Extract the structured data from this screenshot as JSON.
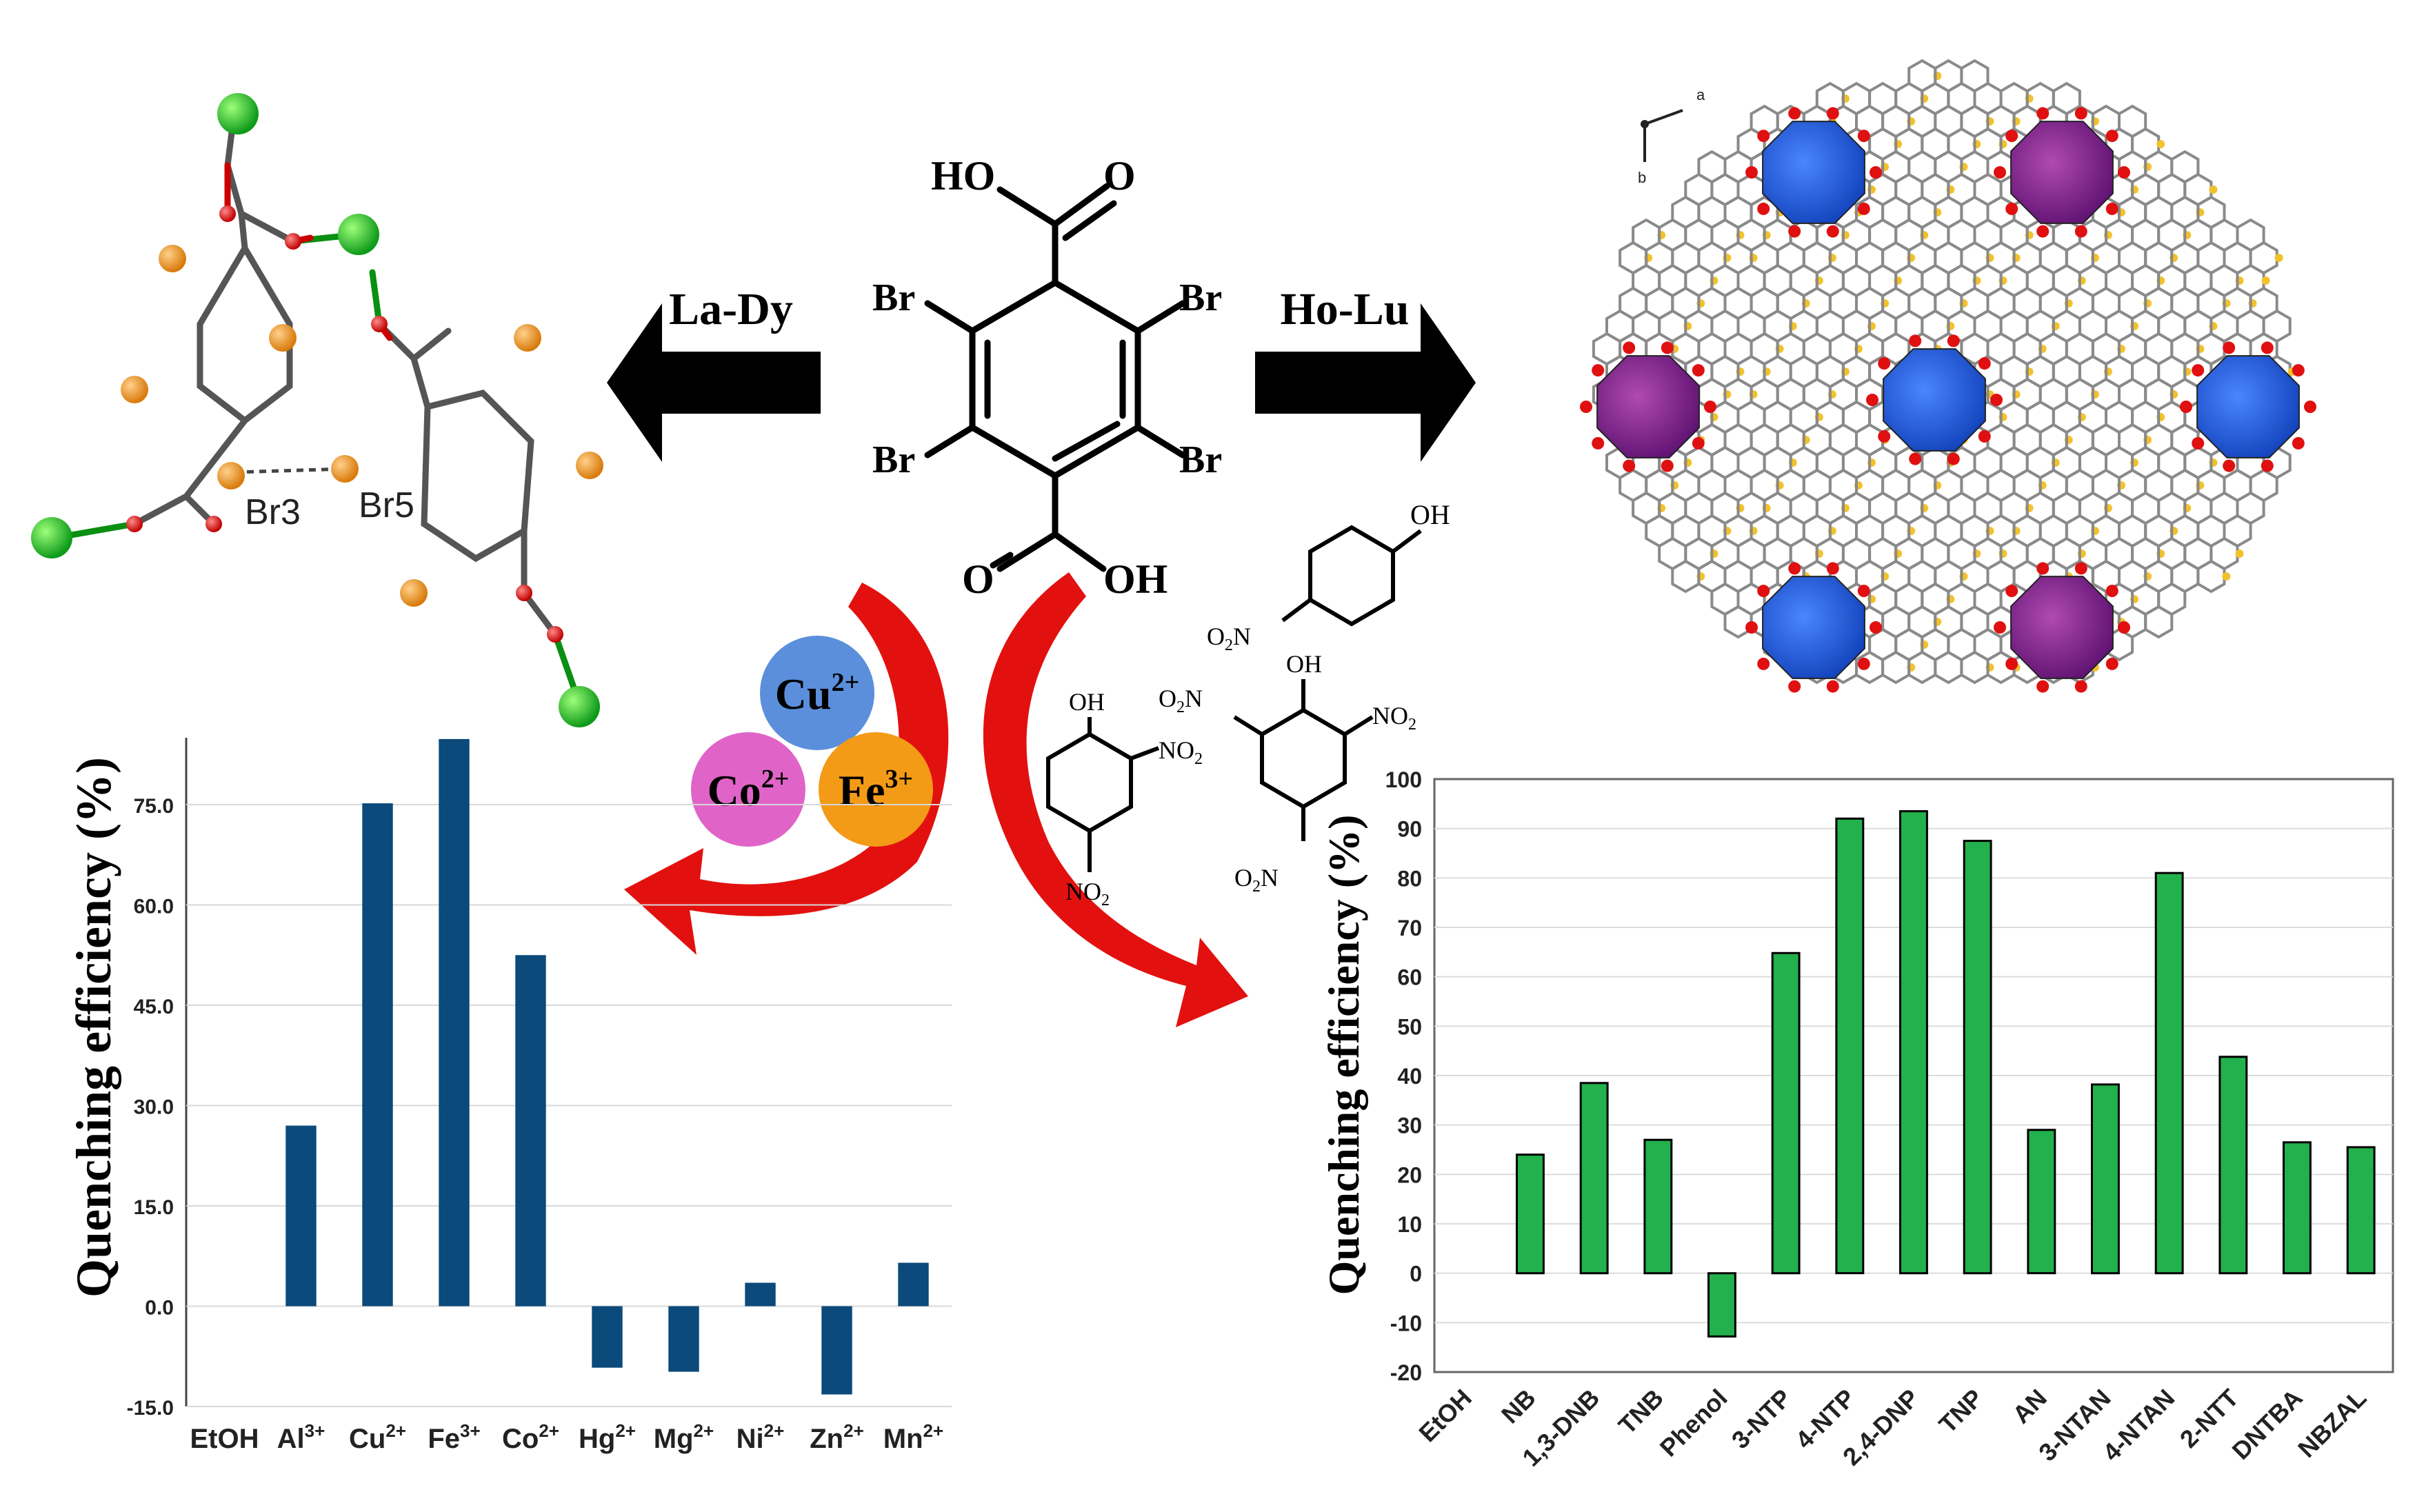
{
  "scheme": {
    "arrow_left_label": "La-Dy",
    "arrow_right_label": "Ho-Lu",
    "ligand": {
      "top_group": "HO",
      "top_o": "O",
      "bottom_o": "O",
      "bottom_group": "OH",
      "br": "Br"
    },
    "crystal_labels": {
      "br3": "Br3",
      "br5": "Br5"
    },
    "axes_glyph": {
      "a": "a",
      "b": "b"
    },
    "ions": [
      {
        "symbol": "Cu",
        "charge": "2+",
        "color": "#5b8fdc"
      },
      {
        "symbol": "Co",
        "charge": "2+",
        "color": "#e064c8"
      },
      {
        "symbol": "Fe",
        "charge": "3+",
        "color": "#f39a16"
      }
    ],
    "nitro_labels": {
      "oh": "OH",
      "no2_prefix": "NO",
      "o2n_prefix": "O",
      "o2n_suffix": "N",
      "sub2": "2"
    }
  },
  "chart_data": [
    {
      "type": "bar",
      "ylabel": "Quenching efficiency (%)",
      "categories": [
        "EtOH",
        "Al3+",
        "Cu2+",
        "Fe3+",
        "Co2+",
        "Hg2+",
        "Mg2+",
        "Ni2+",
        "Zn2+",
        "Mn2+"
      ],
      "category_labels": [
        {
          "base": "EtOH",
          "sup": ""
        },
        {
          "base": "Al",
          "sup": "3+"
        },
        {
          "base": "Cu",
          "sup": "2+"
        },
        {
          "base": "Fe",
          "sup": "3+"
        },
        {
          "base": "Co",
          "sup": "2+"
        },
        {
          "base": "Hg",
          "sup": "2+"
        },
        {
          "base": "Mg",
          "sup": "2+"
        },
        {
          "base": "Ni",
          "sup": "2+"
        },
        {
          "base": "Zn",
          "sup": "2+"
        },
        {
          "base": "Mn",
          "sup": "2+"
        }
      ],
      "values": [
        0,
        27,
        75.2,
        84.8,
        52.5,
        -9.2,
        -9.8,
        3.5,
        -13.2,
        6.5
      ],
      "ylim": [
        -15,
        85
      ],
      "yticks": [
        "-15.0",
        "0.0",
        "15.0",
        "30.0",
        "45.0",
        "60.0",
        "75.0"
      ],
      "ytick_values": [
        -15,
        0,
        15,
        30,
        45,
        60,
        75
      ],
      "grid": true,
      "color": "#0b4a7a"
    },
    {
      "type": "bar",
      "ylabel": "Quenching efficiency (%)",
      "categories": [
        "EtOH",
        "NB",
        "1,3-DNB",
        "TNB",
        "Phenol",
        "3-NTP",
        "4-NTP",
        "2,4-DNP",
        "TNP",
        "AN",
        "3-NTAN",
        "4-NTAN",
        "2-NTT",
        "DNTBA",
        "NBZAL"
      ],
      "values": [
        0,
        24,
        38.5,
        27,
        -12.8,
        64.8,
        92,
        93.5,
        87.5,
        29,
        38.2,
        81,
        43.8,
        26.5,
        25.5
      ],
      "ylim": [
        -20,
        100
      ],
      "yticks": [
        "-20",
        "-10",
        "0",
        "10",
        "20",
        "30",
        "40",
        "50",
        "60",
        "70",
        "80",
        "90",
        "100"
      ],
      "ytick_values": [
        -20,
        -10,
        0,
        10,
        20,
        30,
        40,
        50,
        60,
        70,
        80,
        90,
        100
      ],
      "grid": true,
      "color": "#22b14c"
    }
  ]
}
